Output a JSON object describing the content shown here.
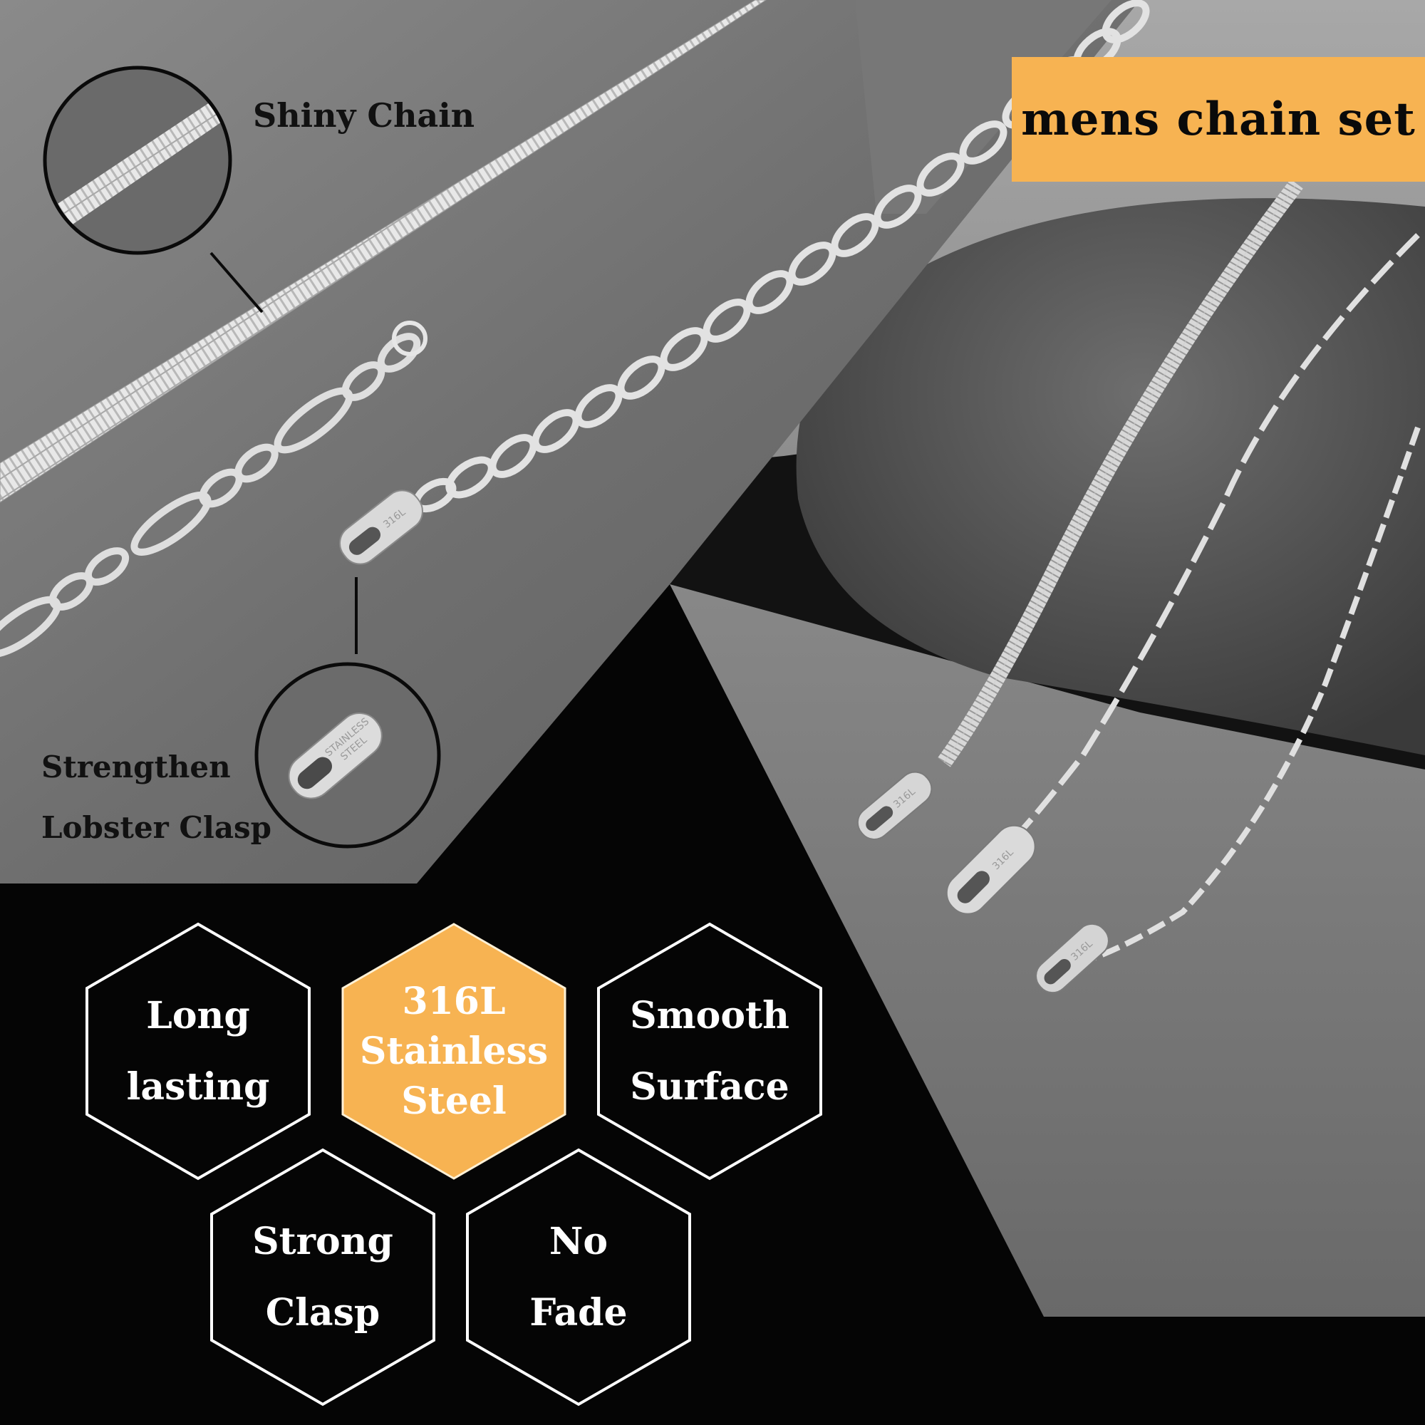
{
  "banner": {
    "title": "mens chain set",
    "background_color": "#f7b352",
    "text_color": "#0a0a0a"
  },
  "callouts": {
    "shiny_chain": "Shiny Chain",
    "clasp_line1": "Strengthen",
    "clasp_line2": "Lobster Clasp"
  },
  "engravings": {
    "clasp_main": "316L",
    "clasp_zoom_line1": "STAINLESS",
    "clasp_zoom_line2": "STEEL",
    "clasp_right_1": "316L",
    "clasp_right_2": "316L",
    "clasp_right_3": "316L"
  },
  "features": [
    {
      "line1": "Long",
      "line2": "lasting",
      "line3": "",
      "highlight": false
    },
    {
      "line1": "316L",
      "line2": "Stainless",
      "line3": "Steel",
      "highlight": true
    },
    {
      "line1": "Smooth",
      "line2": "Surface",
      "line3": "",
      "highlight": false
    },
    {
      "line1": "Strong",
      "line2": "Clasp",
      "line3": "",
      "highlight": false
    },
    {
      "line1": "No",
      "line2": "Fade",
      "line3": "",
      "highlight": false
    }
  ],
  "colors": {
    "accent": "#f7b352",
    "background": "#050505",
    "panel_gray": "#6e6e6e",
    "hex_outline": "#ffffff"
  }
}
